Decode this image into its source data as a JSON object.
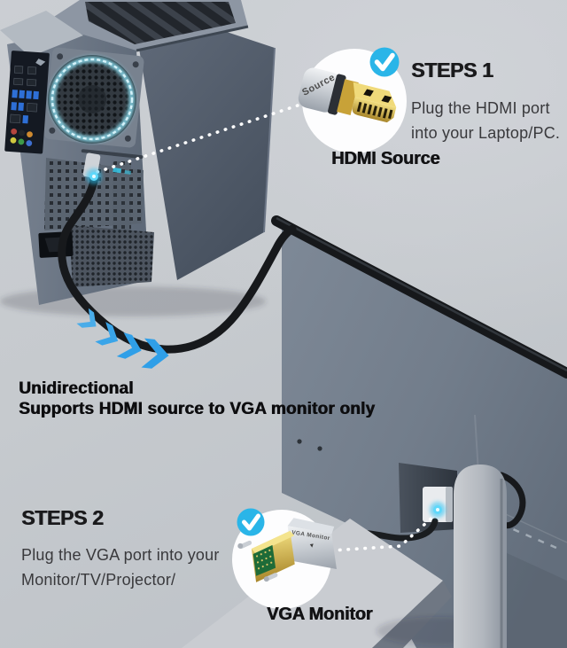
{
  "steps": {
    "step1": {
      "title": "STEPS 1",
      "line1": "Plug the HDMI port",
      "line2": "into your Laptop/PC.",
      "caption": "HDMI Source"
    },
    "step2": {
      "title": "STEPS 2",
      "line1": "Plug the VGA port into your",
      "line2": "Monitor/TV/Projector/",
      "caption": "VGA Monitor"
    }
  },
  "note": {
    "line1": "Unidirectional",
    "line2": "Supports HDMI source to VGA monitor only"
  },
  "connector_labels": {
    "hdmi_plug": "Source",
    "vga_plug": "VGA Monitor"
  },
  "icons": {
    "checkmark": "check-in-circle",
    "flow_arrows": "blue-chevrons-along-cable"
  },
  "colors": {
    "accent_cyan": "#2ab5e8",
    "arrow_blue": "#2f9fe8",
    "cable_black": "#17191c",
    "background": "#c6cace",
    "pc_body": "#5f6978",
    "monitor_body": "#76818f",
    "gold": "#d7b84a",
    "port_glow": "#2bc4f5"
  }
}
